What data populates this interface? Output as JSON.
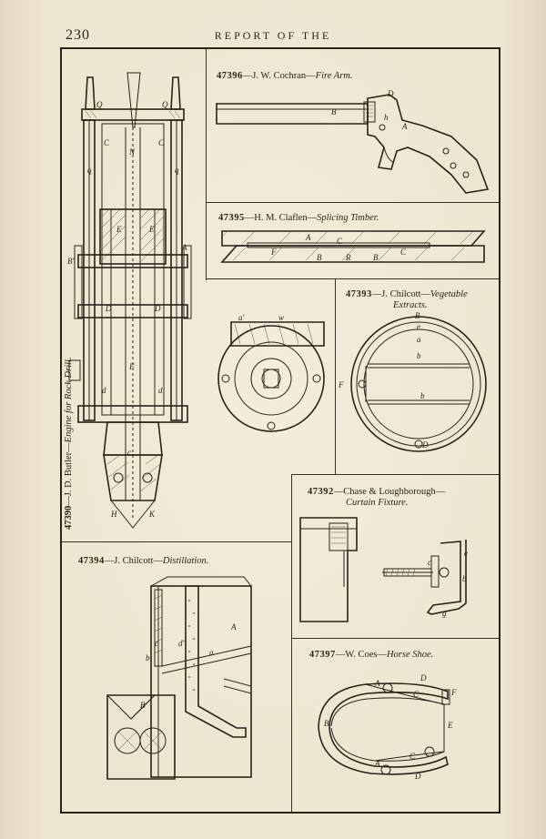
{
  "header": {
    "page_number": "230",
    "running_head": "REPORT OF THE"
  },
  "figures": [
    {
      "id": "fig-47396",
      "number": "47396",
      "inventor": "—J. W. Cochran—",
      "title": "Fire Arm."
    },
    {
      "id": "fig-47395",
      "number": "47395",
      "inventor": "—H. M. Claflen—",
      "title": "Splicing Timber."
    },
    {
      "id": "fig-47393",
      "number": "47393",
      "inventor": "—J. Chilcott—",
      "title": "Vegetable",
      "title_line2": "Extracts."
    },
    {
      "id": "fig-47392",
      "number": "47392",
      "inventor": "—Chase & Loughborough—",
      "title": "Curtain Fixture."
    },
    {
      "id": "fig-47394",
      "number": "47394",
      "inventor": "—J. Chilcott—",
      "title": "Distillation."
    },
    {
      "id": "fig-47397",
      "number": "47397",
      "inventor": "—W. Coes—",
      "title": "Horse Shoe."
    },
    {
      "id": "fig-47390",
      "number": "47390",
      "inventor": "—J. D. Butler—",
      "title": "Engine for Rock Drill."
    }
  ]
}
